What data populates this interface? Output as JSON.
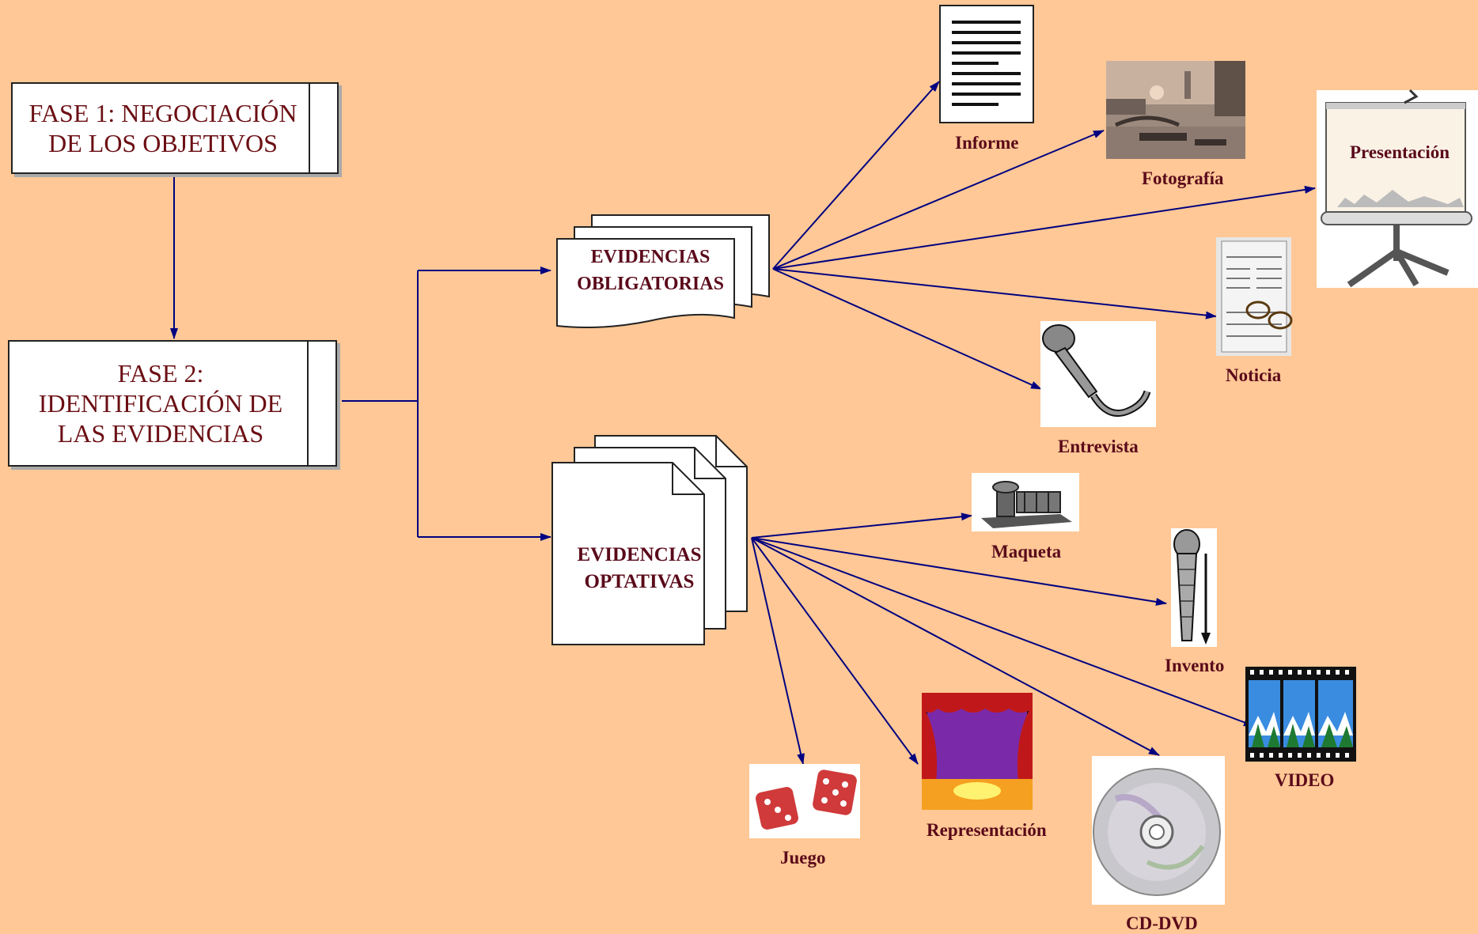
{
  "phases": {
    "phase1": "FASE 1: NEGOCIACIÓN DE LOS OBJETIVOS",
    "phase2": "FASE 2: IDENTIFICACIÓN DE LAS EVIDENCIAS"
  },
  "groups": {
    "mandatory": {
      "title": "EVIDENCIAS OBLIGATORIAS",
      "items": [
        "Informe",
        "Fotografía",
        "Presentación",
        "Noticia",
        "Entrevista"
      ]
    },
    "optional": {
      "title": "EVIDENCIAS OPTATIVAS",
      "items": [
        "Maqueta",
        "Invento",
        "VIDEO",
        "CD-DVD",
        "Representación",
        "Juego"
      ]
    }
  },
  "colors": {
    "background": "#FFC896",
    "arrow": "#000080",
    "text": "#5A0A1A"
  }
}
